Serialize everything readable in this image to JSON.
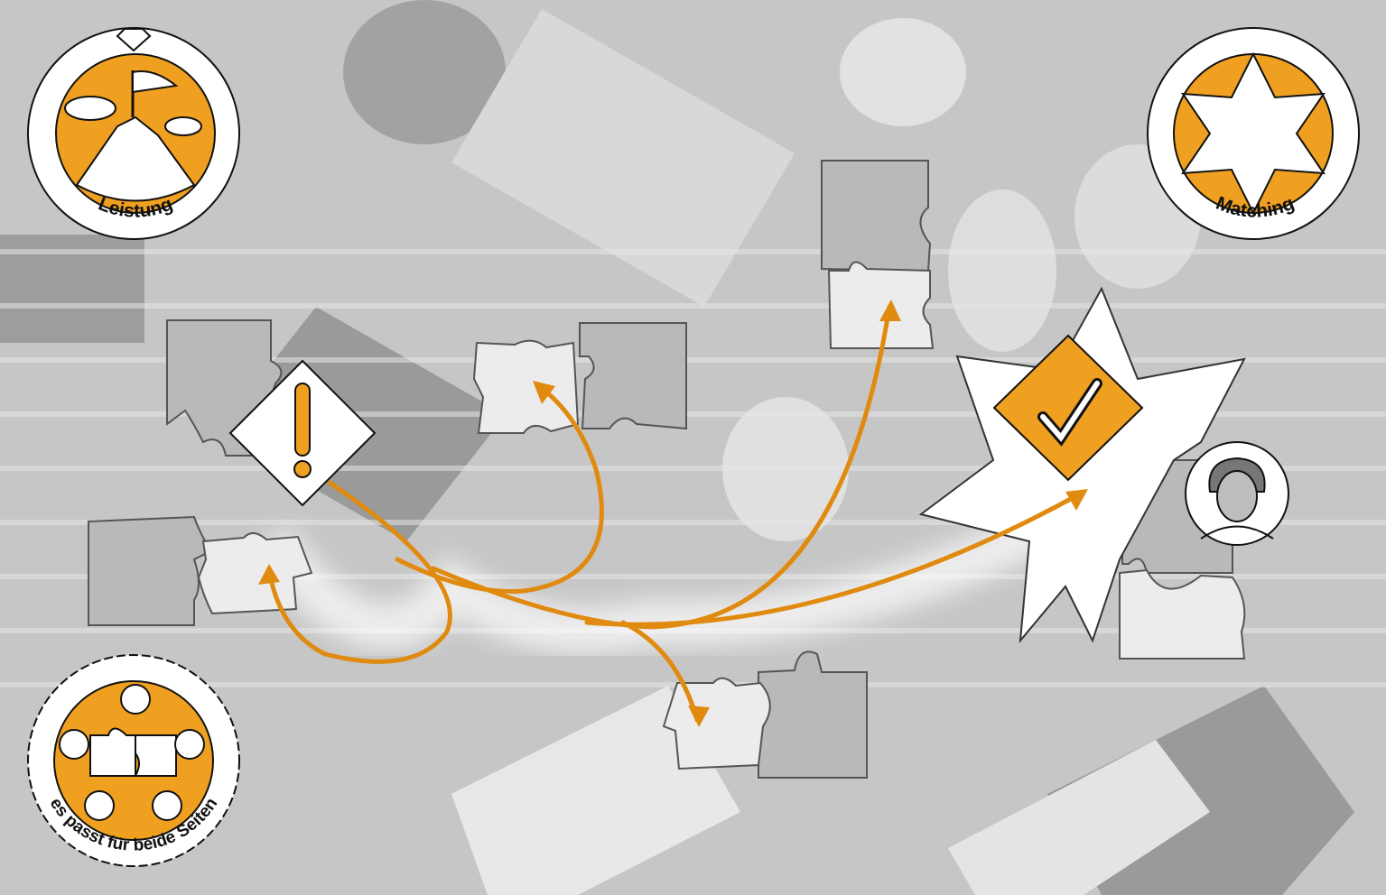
{
  "badges": {
    "performance": {
      "label": "Leistung",
      "icon": "mountain-flag-icon"
    },
    "matching": {
      "label": "Matching",
      "icon": "star-icon"
    },
    "fit": {
      "label": "es passt für beide Seiten",
      "icon": "puzzle-senses-icon"
    }
  },
  "colors": {
    "accent": "#f0a020",
    "arrow": "#e08a10",
    "background": "#c6c6c6",
    "piece_dark": "#b9b9b9",
    "piece_light": "#ececec"
  }
}
